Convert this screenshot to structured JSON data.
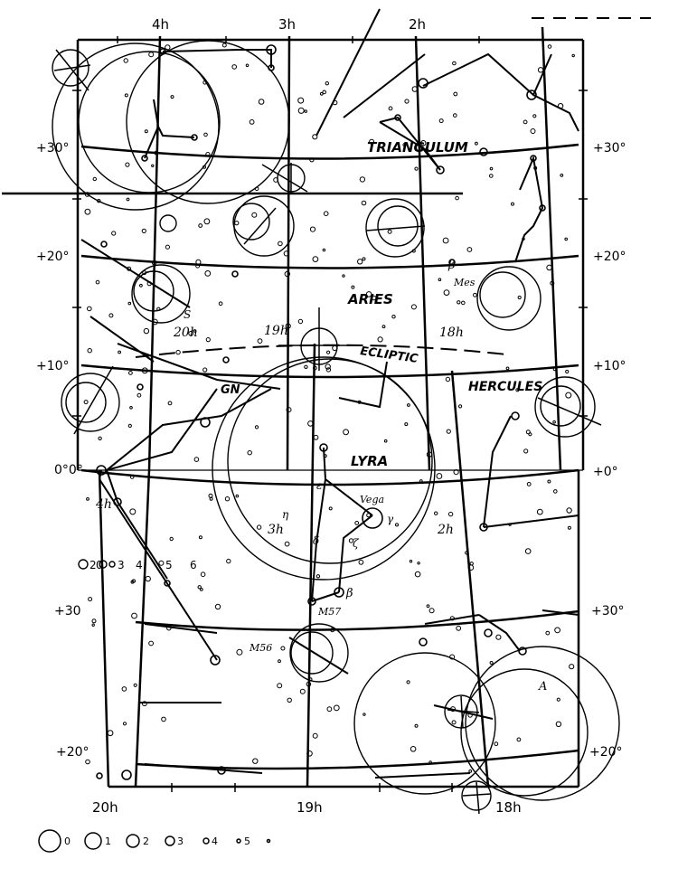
{
  "ra_labels_top": [
    "4h",
    "3h",
    "2h"
  ],
  "ra_labels_mid": [
    "20h",
    "19h",
    "18h"
  ],
  "ra_labels_lower": [
    "4h",
    "3h",
    "2h"
  ],
  "ra_labels_bottom": [
    "20h",
    "19h",
    "18h"
  ],
  "dec_labels_left": [
    "+30°",
    "+20°",
    "+10°",
    "0°0°",
    "+30",
    "+20°"
  ],
  "dec_labels_right": [
    "+30°",
    "+20°",
    "+10°",
    "+0°",
    "+30°",
    "+20°"
  ],
  "constellations": {
    "triangulum": "TRIANGULUM",
    "aries": "ARIES",
    "ecliptic": "ECLIPTIC",
    "hercules": "HERCULES",
    "lyra": "LYRA",
    "cygnus_partial": "GN"
  },
  "star_labels": {
    "beta_upper": "β",
    "messier_upper": "Mes",
    "vega": "Vega",
    "beta_lower": "β",
    "m57": "M57",
    "m56": "M56",
    "alpha": "A",
    "s": "S",
    "gamma": "γ",
    "zeta": "ζ",
    "delta": "δ",
    "eta": "η",
    "epsilon": "ε"
  },
  "magnitude_scale_top": [
    "2",
    "0",
    "3",
    "4",
    "5",
    "6"
  ],
  "magnitude_scale_bottom": [
    "0",
    "1",
    "2",
    "3",
    "4",
    "5"
  ],
  "colors": {
    "ink": "#000000",
    "paper": "#ffffff"
  }
}
